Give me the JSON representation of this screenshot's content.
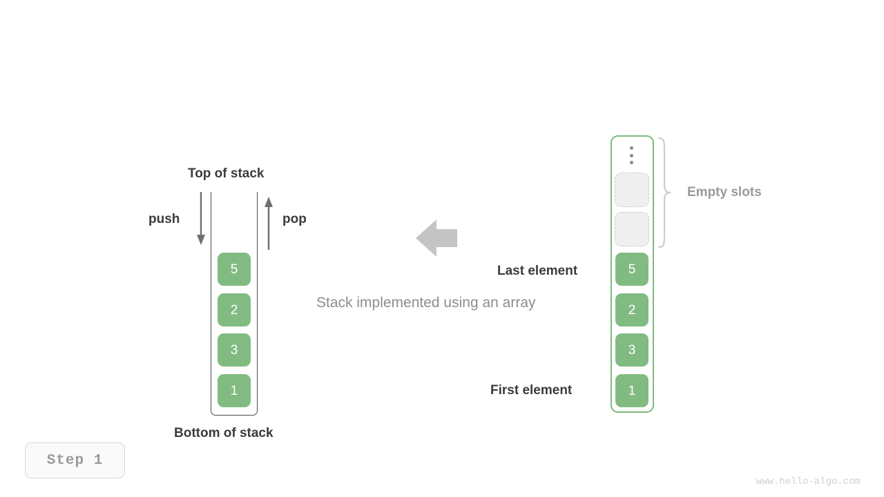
{
  "diagram": {
    "caption": "Stack implemented using an array",
    "watermark": "www.hello-algo.com",
    "step_label": "Step 1",
    "colors": {
      "element_fill": "#82bb82",
      "array_border": "#7cb97c",
      "empty_slot_fill": "#efefef",
      "empty_slot_border": "#c9c9c9",
      "text_dark": "#3b3b3b",
      "text_gray": "#9a9a9a",
      "arrow_gray": "#c4c4c4"
    }
  },
  "stack": {
    "top_label": "Top of stack",
    "bottom_label": "Bottom of stack",
    "push_label": "push",
    "pop_label": "pop",
    "push_icon": "arrow-down-icon",
    "pop_icon": "arrow-up-icon",
    "values": [
      "5",
      "2",
      "3",
      "1"
    ]
  },
  "transition": {
    "icon": "arrow-left-icon"
  },
  "array": {
    "last_element_label": "Last element",
    "first_element_label": "First element",
    "empty_slots_label": "Empty slots",
    "ellipsis_icon": "vertical-ellipsis-icon",
    "brace_icon": "curly-brace-icon",
    "values": [
      "5",
      "2",
      "3",
      "1"
    ],
    "empty_slot_count": 2
  }
}
